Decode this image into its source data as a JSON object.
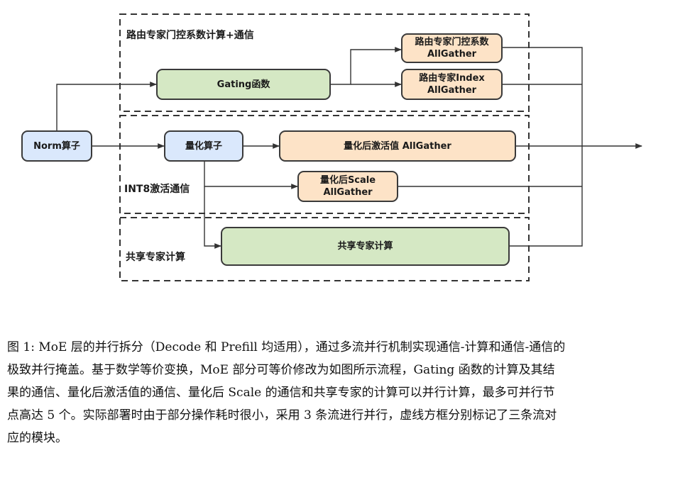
{
  "groups": {
    "gating": "路由专家门控系数计算+通信",
    "int8": "INT8激活通信",
    "shared": "共享专家计算"
  },
  "nodes": {
    "norm": "Norm算子",
    "gating_fn": "Gating函数",
    "coeff_line1": "路由专家门控系数",
    "coeff_line2": "AllGather",
    "index_line1": "路由专家Index",
    "index_line2": "AllGather",
    "quant": "量化算子",
    "act_allgather": "量化后激活值 AllGather",
    "scale_line1": "量化后Scale",
    "scale_line2": "AllGather",
    "shared_expert": "共享专家计算"
  },
  "colors": {
    "blue_fill": "#dae8fc",
    "green_fill": "#d5e8c4",
    "orange_fill": "#fde3c7",
    "stroke": "#3a3a3a"
  },
  "caption": {
    "lines": [
      "图 1: MoE 层的并行拆分（Decode 和 Prefill 均适用），通过多流并行机制实现通信-计算和通信-通信的",
      "极致并行掩盖。基于数学等价变换，MoE 部分可等价修改为如图所示流程，Gating 函数的计算及其结",
      "果的通信、量化后激活值的通信、量化后 Scale 的通信和共享专家的计算可以并行计算，最多可并行节",
      "点高达 5 个。实际部署时由于部分操作耗时很小，采用 3 条流进行并行，虚线方框分别标记了三条流对",
      "应的模块。"
    ]
  }
}
